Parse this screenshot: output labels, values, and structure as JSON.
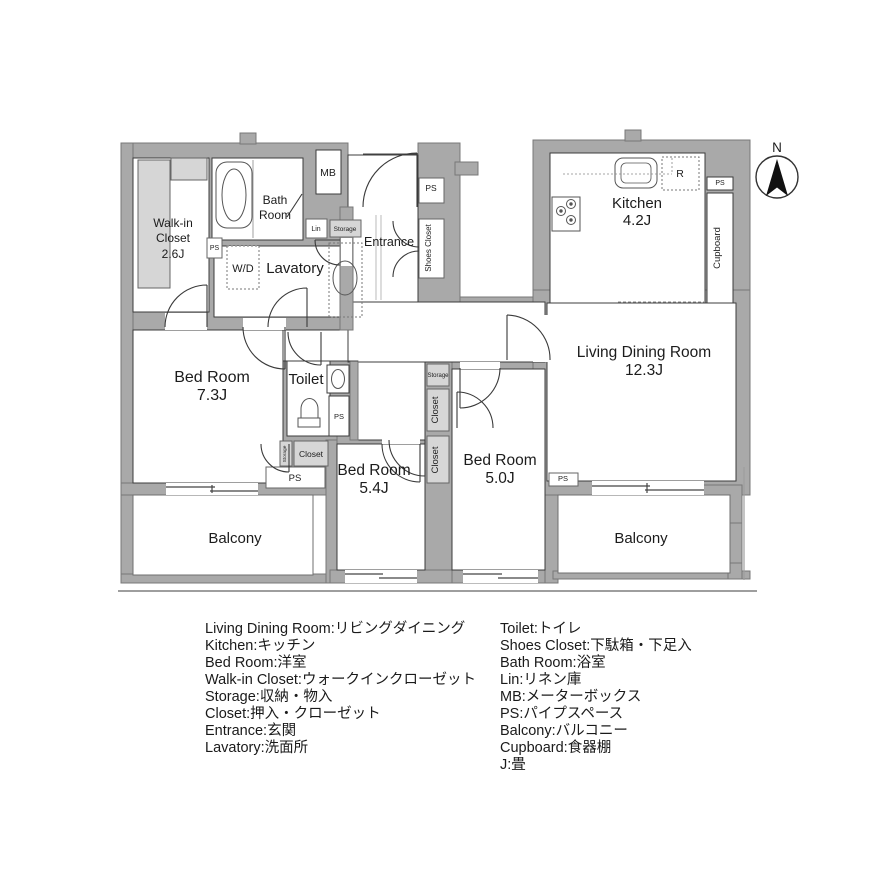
{
  "plan": {
    "north_label": "N",
    "rooms": {
      "walk_in_closet": {
        "name_line1": "Walk-in",
        "name_line2": "Closet",
        "area": "2.6J"
      },
      "bath_room": {
        "name_line1": "Bath",
        "name_line2": "Room"
      },
      "lavatory": {
        "name": "Lavatory"
      },
      "entrance": {
        "name": "Entrance"
      },
      "toilet": {
        "name": "Toilet"
      },
      "bed_room_73": {
        "name": "Bed Room",
        "area": "7.3J"
      },
      "bed_room_54": {
        "name": "Bed Room",
        "area": "5.4J"
      },
      "bed_room_50": {
        "name": "Bed Room",
        "area": "5.0J"
      },
      "living_dining": {
        "name": "Living Dining Room",
        "area": "12.3J"
      },
      "kitchen": {
        "name": "Kitchen",
        "area": "4.2J"
      },
      "balcony": {
        "name": "Balcony"
      }
    },
    "boxes": {
      "mb": "MB",
      "wd": "W/D",
      "ps": "PS",
      "lin": "Lin",
      "storage": "Storage",
      "shoes_closet": "Shoes Closet",
      "refrigerator": "R",
      "cupboard": "Cupboard",
      "closet": "Closet"
    }
  },
  "legend": {
    "left": [
      "Living Dining Room:リビングダイニング",
      "Kitchen:キッチン",
      "Bed Room:洋室",
      "Walk-in Closet:ウォークインクローゼット",
      "Storage:収納・物入",
      "Closet:押入・クローゼット",
      "Entrance:玄関",
      "Lavatory:洗面所"
    ],
    "right": [
      "Toilet:トイレ",
      "Shoes Closet:下駄箱・下足入",
      "Bath Room:浴室",
      "Lin:リネン庫",
      "MB:メーターボックス",
      "PS:パイプスペース",
      "Balcony:バルコニー",
      "Cupboard:食器棚",
      "J:畳"
    ]
  },
  "colors": {
    "wall": "#a9a9a9",
    "closet_fill": "#d6d6d6",
    "line": "#3c3c3c"
  }
}
